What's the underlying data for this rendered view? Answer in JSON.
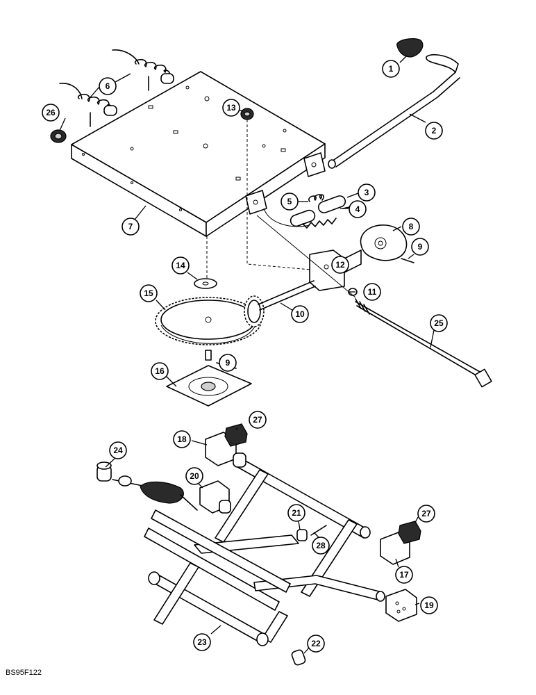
{
  "callouts": [
    {
      "id": "c1",
      "label": "1"
    },
    {
      "id": "c2",
      "label": "2"
    },
    {
      "id": "c3",
      "label": "3"
    },
    {
      "id": "c4",
      "label": "4"
    },
    {
      "id": "c5",
      "label": "5"
    },
    {
      "id": "c6",
      "label": "6"
    },
    {
      "id": "c7",
      "label": "7"
    },
    {
      "id": "c8",
      "label": "8"
    },
    {
      "id": "c9a",
      "label": "9"
    },
    {
      "id": "c9b",
      "label": "9"
    },
    {
      "id": "c10",
      "label": "10"
    },
    {
      "id": "c11",
      "label": "11"
    },
    {
      "id": "c12",
      "label": "12"
    },
    {
      "id": "c13",
      "label": "13"
    },
    {
      "id": "c14",
      "label": "14"
    },
    {
      "id": "c15",
      "label": "15"
    },
    {
      "id": "c16",
      "label": "16"
    },
    {
      "id": "c17",
      "label": "17"
    },
    {
      "id": "c18",
      "label": "18"
    },
    {
      "id": "c19",
      "label": "19"
    },
    {
      "id": "c20",
      "label": "20"
    },
    {
      "id": "c21",
      "label": "21"
    },
    {
      "id": "c22",
      "label": "22"
    },
    {
      "id": "c23",
      "label": "23"
    },
    {
      "id": "c24",
      "label": "24"
    },
    {
      "id": "c25",
      "label": "25"
    },
    {
      "id": "c26",
      "label": "26"
    },
    {
      "id": "c27a",
      "label": "27"
    },
    {
      "id": "c27b",
      "label": "27"
    },
    {
      "id": "c28",
      "label": "28"
    }
  ],
  "figure_code": "BS95F122"
}
